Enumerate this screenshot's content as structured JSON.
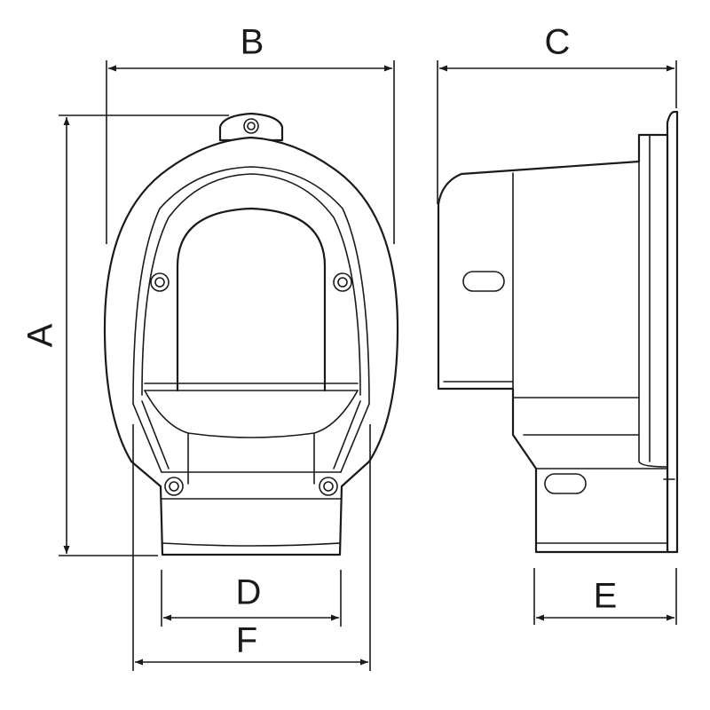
{
  "labels": {
    "A": "A",
    "B": "B",
    "C": "C",
    "D": "D",
    "E": "E",
    "F": "F"
  },
  "colors": {
    "stroke": "#1a1a1a",
    "background": "#ffffff"
  }
}
